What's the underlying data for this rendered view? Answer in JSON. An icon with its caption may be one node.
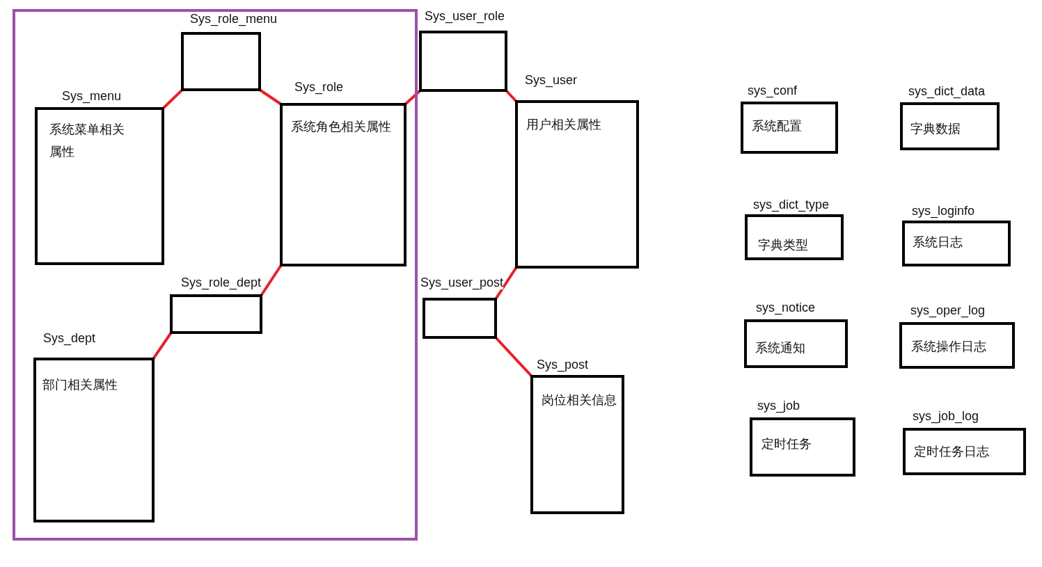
{
  "diagram": {
    "nodes": [
      {
        "text": [],
        "shape": "box"
      },
      {
        "text": [
          "Sys_role_menu"
        ],
        "in": 0
      },
      {
        "text": [
          "Sys_menu",
          "系统菜单相关属性"
        ],
        "in": 0
      },
      {
        "text": [
          "Sys_role",
          "系统角色相关属性"
        ],
        "in": 0
      },
      {
        "text": [
          "Sys_role_dept"
        ],
        "in": 0
      },
      {
        "text": [
          "Sys_dept",
          "部门相关属性"
        ],
        "in": 0
      },
      {
        "text": [
          "Sys_user_role"
        ]
      },
      {
        "text": [
          "Sys_user",
          "用户相关属性"
        ]
      },
      {
        "text": [
          "Sys_user_post"
        ]
      },
      {
        "text": [
          "Sys_post",
          "岗位相关信息"
        ]
      },
      {
        "text": [
          "sys_conf",
          "系统配置"
        ]
      },
      {
        "text": [
          "sys_dict_data",
          "字典数据"
        ]
      },
      {
        "text": [
          "sys_dict_type",
          "字典类型"
        ]
      },
      {
        "text": [
          "sys_loginfo",
          "系统日志"
        ]
      },
      {
        "text": [
          "sys_notice",
          "系统通知"
        ]
      },
      {
        "text": [
          "sys_oper_log",
          "系统操作日志"
        ]
      },
      {
        "text": [
          "sys_job",
          "定时任务"
        ]
      },
      {
        "text": [
          "sys_job_log",
          "定时任务日志"
        ]
      }
    ],
    "edges": [
      {
        "from": 2,
        "to": 1,
        "arrow": "none"
      },
      {
        "from": 1,
        "to": 3,
        "arrow": "none"
      },
      {
        "from": 3,
        "to": 6,
        "arrow": "none"
      },
      {
        "from": 6,
        "to": 7,
        "arrow": "none"
      },
      {
        "from": 3,
        "to": 4,
        "arrow": "none"
      },
      {
        "from": 4,
        "to": 5,
        "arrow": "none"
      },
      {
        "from": 7,
        "to": 8,
        "arrow": "none"
      },
      {
        "from": 8,
        "to": 9,
        "arrow": "none"
      }
    ]
  }
}
